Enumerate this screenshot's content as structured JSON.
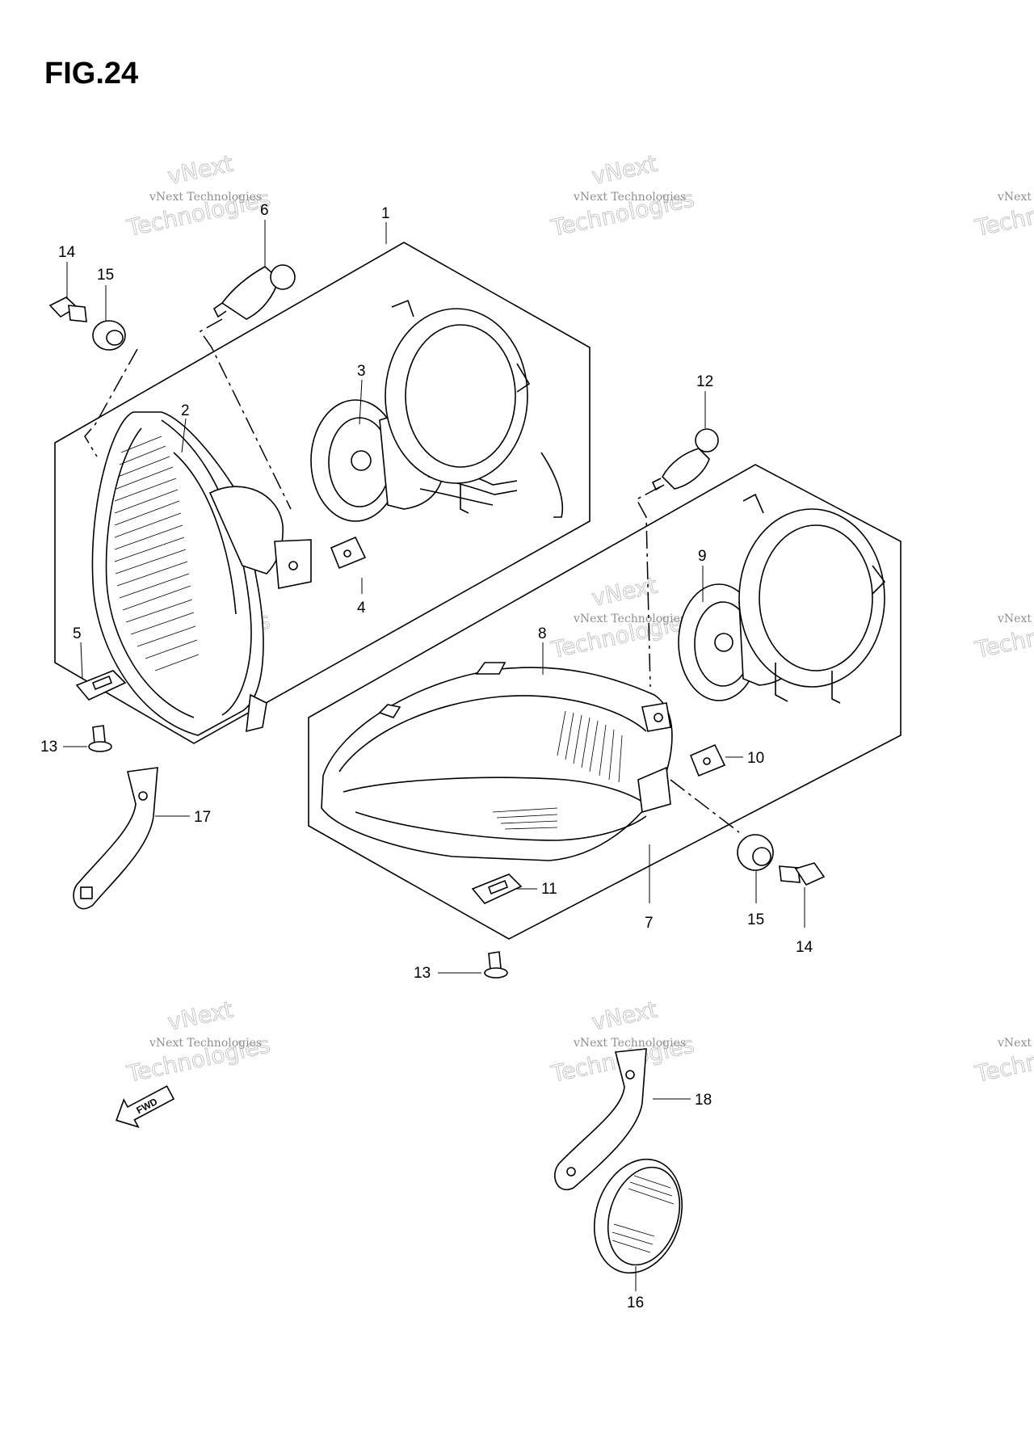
{
  "figure": {
    "title": "FIG.24"
  },
  "callouts": {
    "c1": "1",
    "c2": "2",
    "c3": "3",
    "c4": "4",
    "c5": "5",
    "c6": "6",
    "c7": "7",
    "c8": "8",
    "c9": "9",
    "c10": "10",
    "c11": "11",
    "c12": "12",
    "c13a": "13",
    "c13b": "13",
    "c14a": "14",
    "c14b": "14",
    "c15a": "15",
    "c15b": "15",
    "c16": "16",
    "c17": "17",
    "c18": "18"
  },
  "fwd_arrow": {
    "label": "FWD"
  },
  "watermark": {
    "line1": "vNext Technologies",
    "line2": "vNext",
    "line3": "Technologies"
  },
  "colors": {
    "line": "#000000",
    "background": "#ffffff",
    "watermark": "#999999"
  }
}
